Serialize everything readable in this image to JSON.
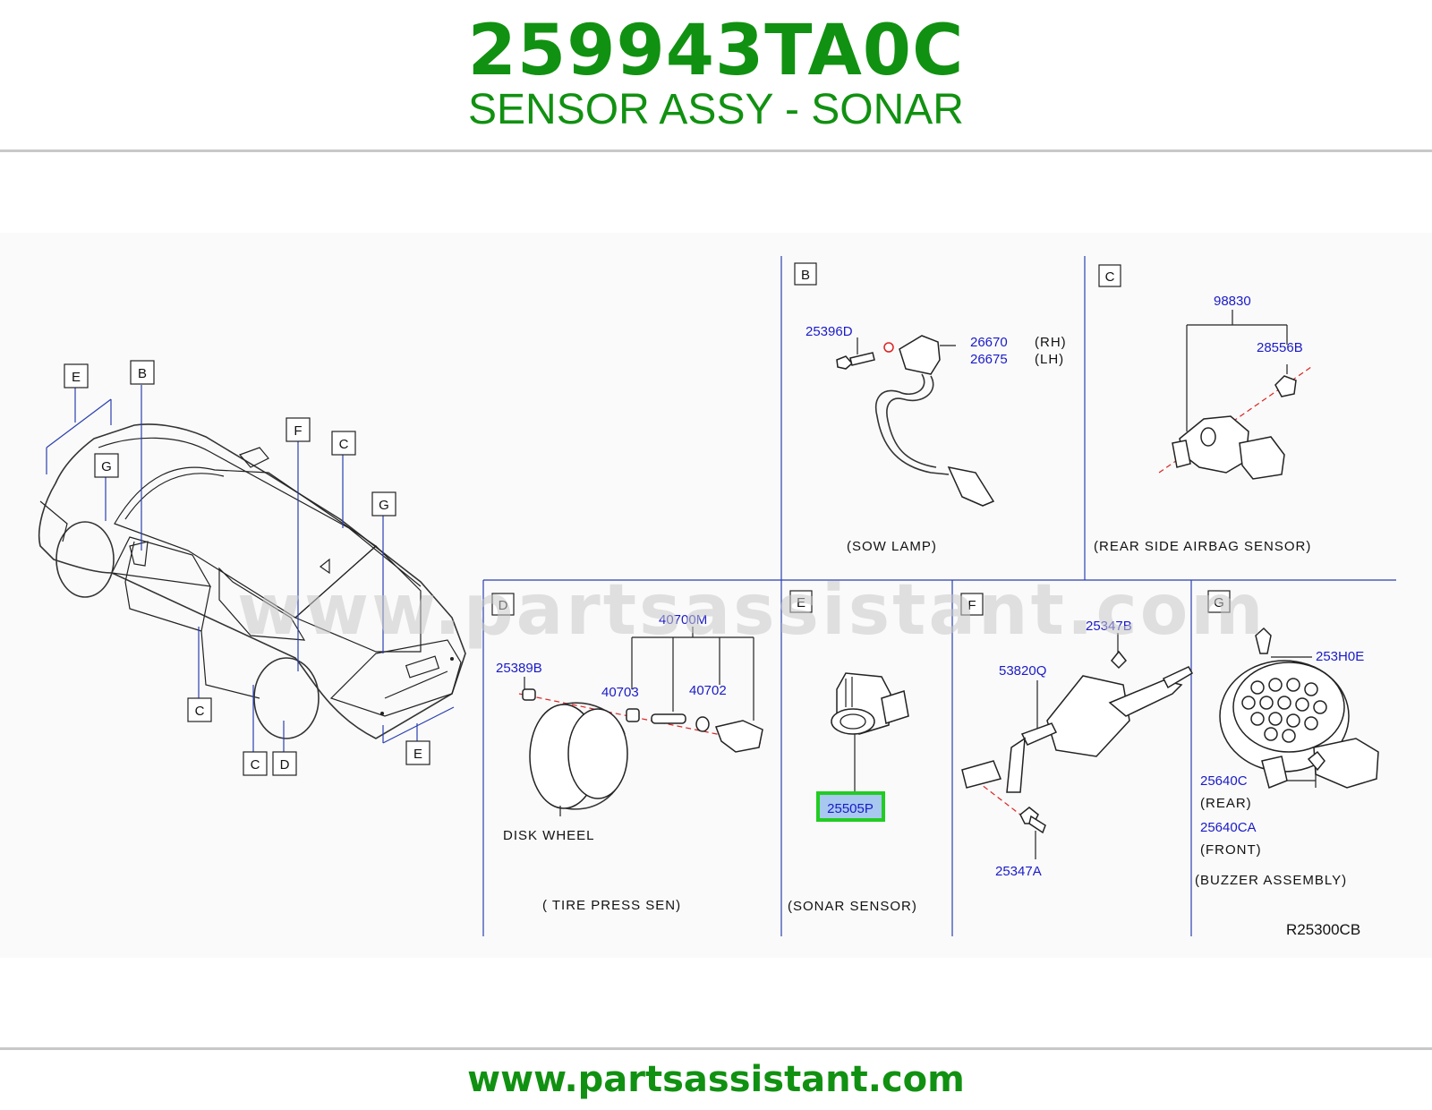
{
  "header": {
    "part_number": "259943TA0C",
    "title": "SENSOR ASSY - SONAR"
  },
  "footer": {
    "url": "www.partsassistant.com"
  },
  "watermark": "www.partsassistant.com",
  "colors": {
    "brand_green": "#119111",
    "part_number_blue": "#1a1ac8",
    "highlight": "#22cc22",
    "highlight_fill": "#a8c8f0"
  },
  "diagram": {
    "drawing_code": "R25300CB",
    "vehicle_callouts": [
      "E",
      "B",
      "G",
      "F",
      "C",
      "G",
      "C",
      "C",
      "D",
      "E"
    ],
    "panels": {
      "B": {
        "letter": "B",
        "caption": "(SOW   LAMP)",
        "parts": [
          "25396D",
          "26670",
          "26675"
        ],
        "side_notes": [
          "(RH)",
          "(LH)"
        ]
      },
      "C": {
        "letter": "C",
        "caption": "(REAR   SIDE   AIRBAG   SENSOR)",
        "parts": [
          "98830",
          "28556B"
        ]
      },
      "D": {
        "letter": "D",
        "caption": "( TIRE   PRESS   SEN)",
        "parts": [
          "40700M",
          "25389B",
          "40703",
          "40702"
        ],
        "note": "DISK   WHEEL"
      },
      "E": {
        "letter": "E",
        "caption": "(SONAR   SENSOR)",
        "parts": [
          "25505P"
        ]
      },
      "F": {
        "letter": "F",
        "parts": [
          "25347B",
          "53820Q",
          "25347A"
        ]
      },
      "G": {
        "letter": "G",
        "caption": "(BUZZER   ASSEMBLY)",
        "parts": [
          "253H0E",
          "25640C",
          "25640CA"
        ],
        "notes": [
          "(REAR)",
          "(FRONT)"
        ]
      }
    }
  }
}
